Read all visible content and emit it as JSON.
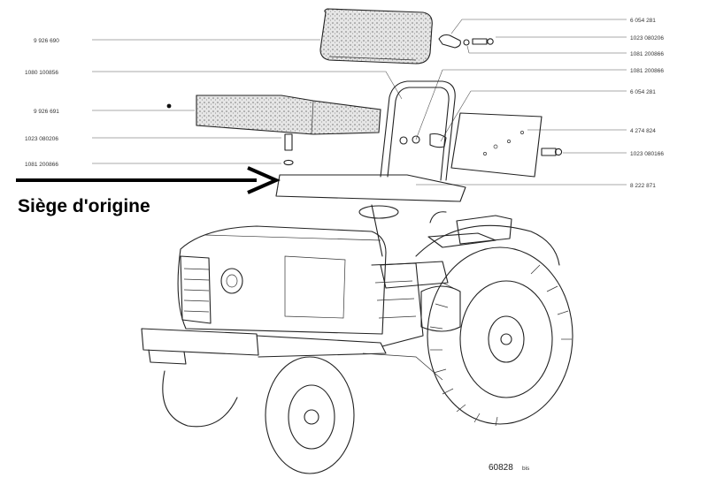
{
  "diagram": {
    "caption": "Siège d'origine",
    "plate_number": "60828",
    "plate_suffix": "bis",
    "refs_left": [
      "9 926 690",
      "1080 100856",
      "9 926 691",
      "1023 080206",
      "1081 200866"
    ],
    "refs_right": [
      "6 054 281",
      "1023 080206",
      "1081 200866",
      "1081 200866",
      "6 054 281",
      "4 274 824",
      "1023 080166",
      "8 222 871"
    ]
  },
  "colors": {
    "ink": "#222222",
    "cushion_fill": "#cfcfcf",
    "caption": "#000000"
  }
}
